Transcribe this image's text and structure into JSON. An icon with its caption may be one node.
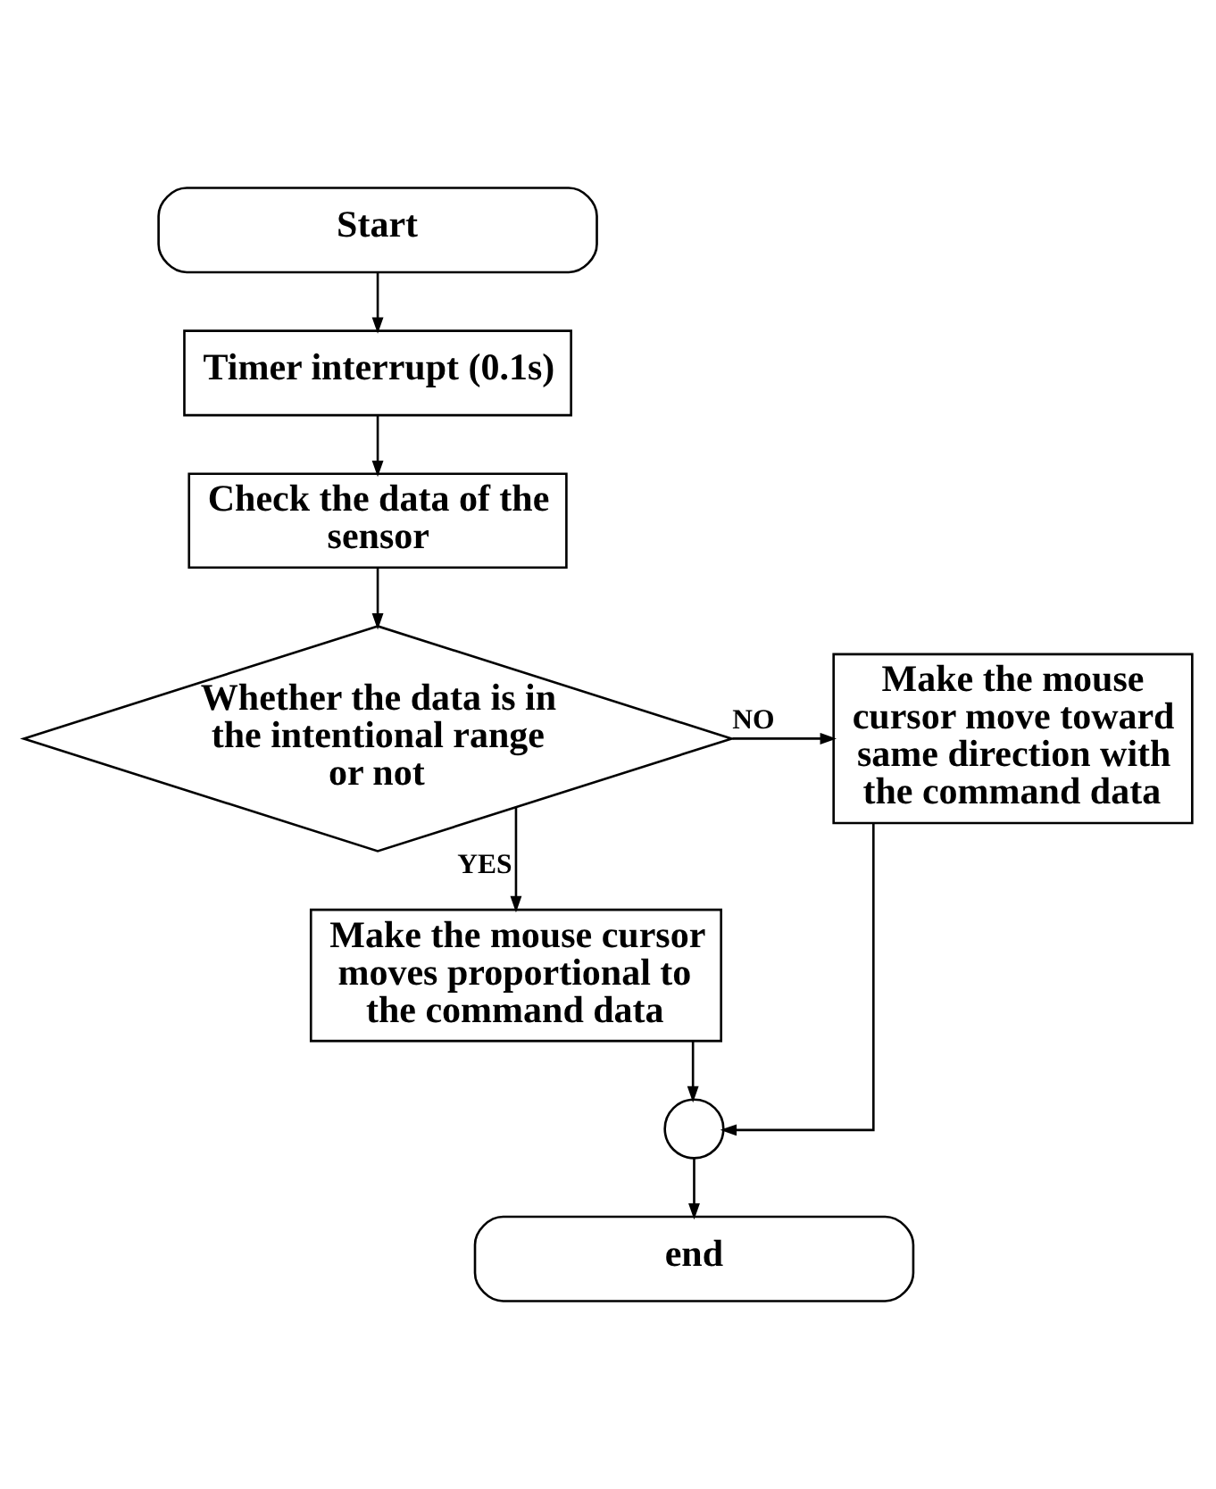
{
  "diagram": {
    "nodes": [
      {
        "text": [
          "Start"
        ]
      },
      {
        "text": [
          "Timer interrupt (0.1s)"
        ]
      },
      {
        "text": [
          "Check the data of the sensor"
        ]
      },
      {
        "text": [
          "Whether the data is in the intentional range or not"
        ]
      },
      {
        "text": [
          "Make the mouse cursor move toward same direction with the command data"
        ]
      },
      {
        "text": [
          "Make the mouse cursor moves proportional to the command data"
        ]
      },
      {
        "text": [],
        "shape": "circle"
      },
      {
        "text": [
          "end"
        ]
      }
    ],
    "edges": [
      {
        "from": 0,
        "to": 1,
        "arrow": "to"
      },
      {
        "from": 1,
        "to": 2,
        "arrow": "to"
      },
      {
        "from": 2,
        "to": 3,
        "arrow": "to"
      },
      {
        "from": 3,
        "to": 4,
        "arrow": "to",
        "label": "NO"
      },
      {
        "from": 3,
        "to": 5,
        "arrow": "to",
        "label": "YES"
      },
      {
        "from": 5,
        "to": 6,
        "arrow": "to"
      },
      {
        "from": 4,
        "to": 6,
        "arrow": "to"
      },
      {
        "from": 6,
        "to": 7,
        "arrow": "to"
      }
    ]
  }
}
